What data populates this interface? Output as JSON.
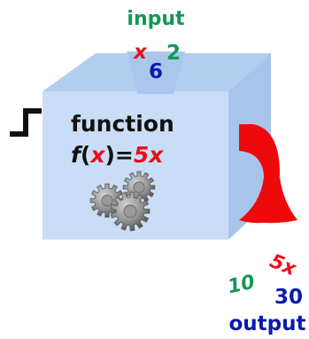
{
  "labels": {
    "input": "input",
    "function": "function",
    "output": "output"
  },
  "input_symbols": {
    "x": "x",
    "six": "6",
    "two": "2"
  },
  "formula": {
    "f": "f",
    "open_paren": "(",
    "x": "x",
    "close_paren": ")",
    "equals": "=",
    "expression": "5x"
  },
  "output_symbols": {
    "ten": "10",
    "five_x": "5x",
    "result": "30"
  },
  "icons": {
    "step": "step-signal-icon",
    "gears": "gears-icon",
    "output_chute": "output-chute-icon"
  },
  "colors": {
    "input_label": "#119955",
    "output_label": "#0a1aa8",
    "variable": "#e8101a",
    "constant_blue": "#0a1aa8",
    "constant_green": "#119955",
    "expression": "#e8101a",
    "text": "#111111",
    "box_front": "#c9ddf6",
    "box_top": "#b3cdef",
    "box_side": "#a8c4ea",
    "chute": "#ee0a0a",
    "gear": "#8a8a8a"
  }
}
